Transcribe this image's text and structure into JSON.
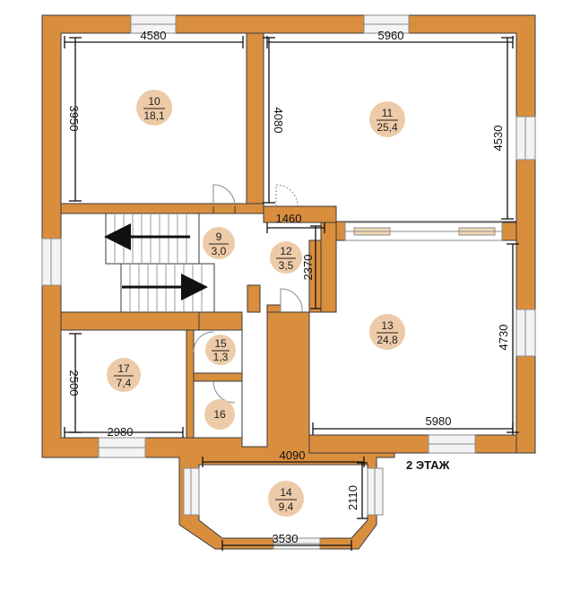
{
  "floor_label": "2 ЭТАЖ",
  "colors": {
    "wall": "#D98E3E",
    "wall_outline": "#3A3A3A",
    "room_badge": "#EDCBA8",
    "window": "#F3F3F3",
    "floor": "#FFFFFF"
  },
  "rooms": [
    {
      "id": "room-10",
      "number": "10",
      "area": "18,1"
    },
    {
      "id": "room-11",
      "number": "11",
      "area": "25,4"
    },
    {
      "id": "room-9",
      "number": "9",
      "area": "3,0"
    },
    {
      "id": "room-12",
      "number": "12",
      "area": "3,5"
    },
    {
      "id": "room-13",
      "number": "13",
      "area": "24,8"
    },
    {
      "id": "room-15",
      "number": "15",
      "area": "1,3"
    },
    {
      "id": "room-17",
      "number": "17",
      "area": "7,4"
    },
    {
      "id": "room-16",
      "number": "16",
      "area": ""
    },
    {
      "id": "room-14",
      "number": "14",
      "area": "9,4"
    }
  ],
  "dimensions": {
    "room10_width": "4580",
    "room10_height": "3950",
    "room11_width": "5960",
    "room11_height_left": "4080",
    "room11_height_right": "4530",
    "room12_width": "1460",
    "room12_height": "2370",
    "room13_height": "4730",
    "room13_width": "5980",
    "room17_height": "2500",
    "room17_width": "2980",
    "bay_top_width": "4090",
    "bay_height": "2110",
    "bay_bottom_width": "3530"
  }
}
